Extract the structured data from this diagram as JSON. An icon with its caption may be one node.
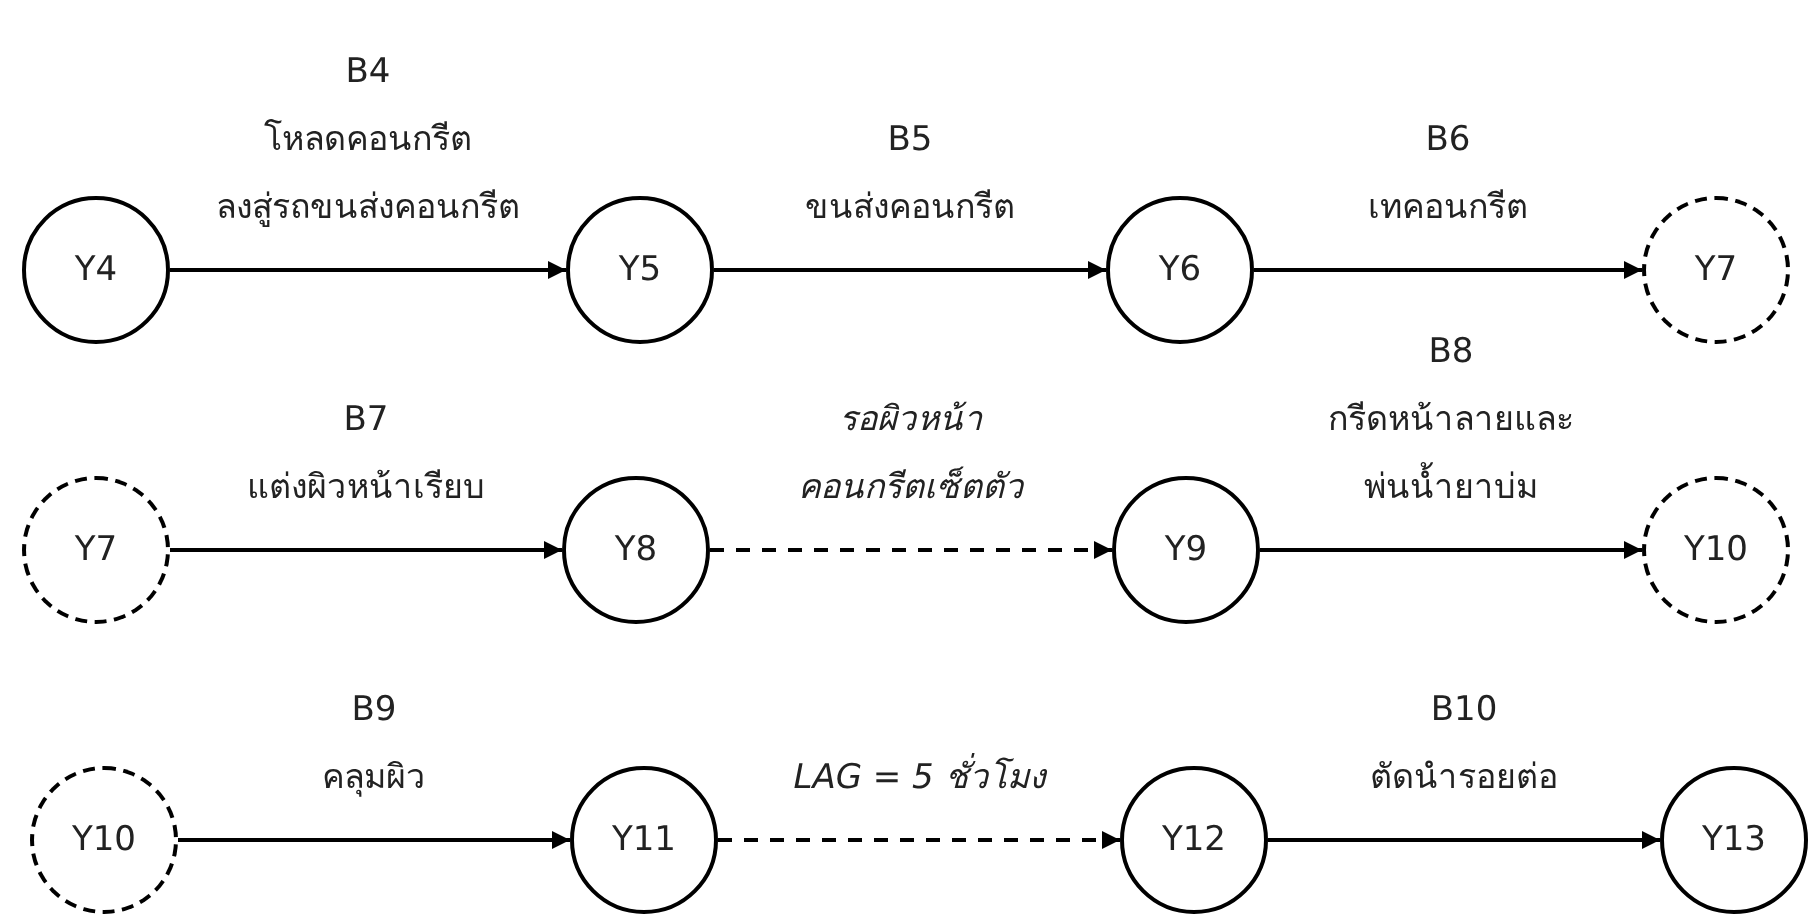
{
  "diagram": {
    "nodes": [
      {
        "text": [
          "Y4"
        ]
      },
      {
        "text": [
          "Y5"
        ]
      },
      {
        "text": [
          "Y6"
        ]
      },
      {
        "text": [
          "Y7"
        ]
      },
      {
        "text": [
          "Y7"
        ]
      },
      {
        "text": [
          "Y8"
        ]
      },
      {
        "text": [
          "Y9"
        ]
      },
      {
        "text": [
          "Y10"
        ]
      },
      {
        "text": [
          "Y10"
        ]
      },
      {
        "text": [
          "Y11"
        ]
      },
      {
        "text": [
          "Y12"
        ]
      },
      {
        "text": [
          "Y13"
        ]
      }
    ],
    "edges": [
      {
        "from": 0,
        "to": 1,
        "arrow": "to",
        "label": "B4 โหลดคอนกรีต ลงสู่รถขนส่งคอนกรีต"
      },
      {
        "from": 1,
        "to": 2,
        "arrow": "to",
        "label": "B5 ขนส่งคอนกรีต"
      },
      {
        "from": 2,
        "to": 3,
        "arrow": "to",
        "label": "B6 เทคอนกรีต"
      },
      {
        "from": 4,
        "to": 5,
        "arrow": "to",
        "label": "B7 แต่งผิวหน้าเรียบ"
      },
      {
        "from": 5,
        "to": 6,
        "arrow": "to",
        "style": "dashed",
        "label": "รอผิวหน้า คอนกรีตเซ็ตตัว"
      },
      {
        "from": 6,
        "to": 7,
        "arrow": "to",
        "label": "B8 กรีดหน้าลายและ พ่นน้ำยาบ่ม"
      },
      {
        "from": 8,
        "to": 9,
        "arrow": "to",
        "label": "B9 คลุมผิว"
      },
      {
        "from": 9,
        "to": 10,
        "arrow": "to",
        "style": "dashed",
        "label": "LAG = 5 ชั่วโมง"
      },
      {
        "from": 10,
        "to": 11,
        "arrow": "to",
        "label": "B10 ตัดนำรอยต่อ"
      }
    ]
  }
}
